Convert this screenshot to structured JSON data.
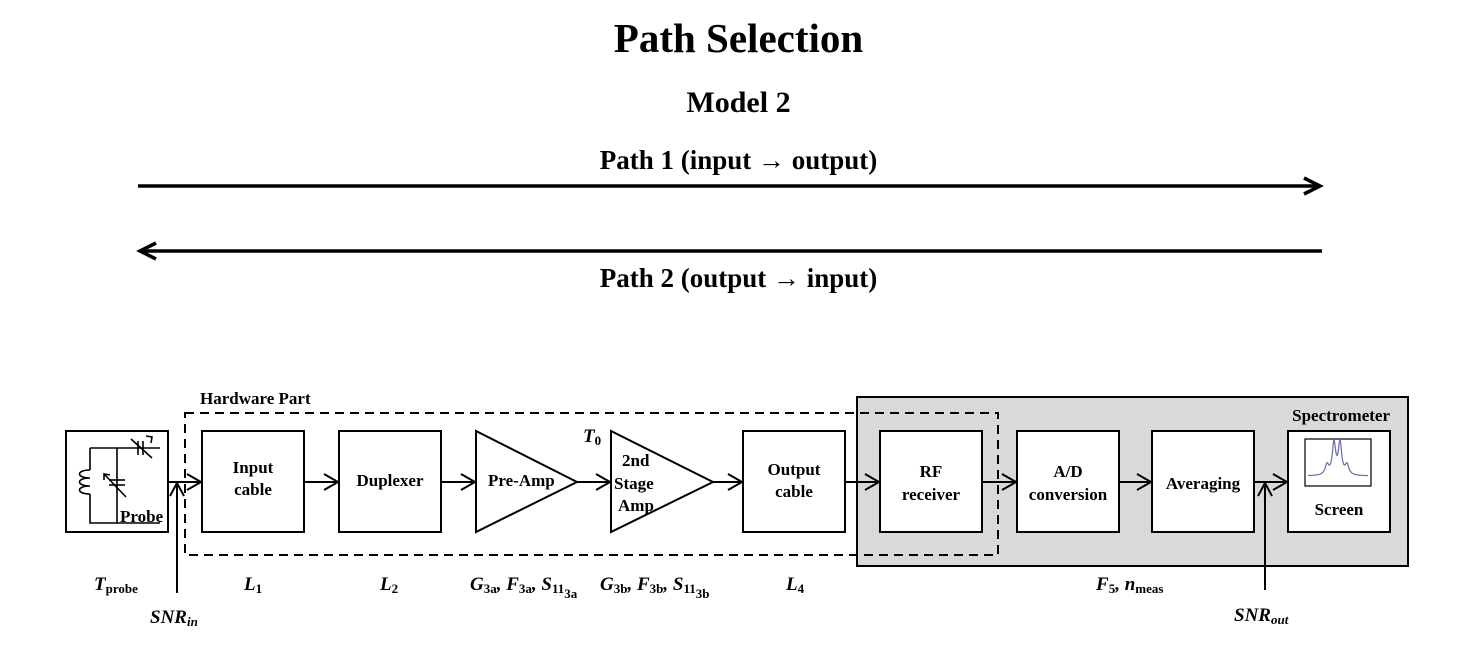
{
  "title": "Path Selection",
  "subtitle": "Model 2",
  "paths": {
    "path1": "Path 1 (input → output)",
    "path2": "Path 2 (output → input)"
  },
  "groups": {
    "hardware": "Hardware Part",
    "spectrometer": "Spectrometer"
  },
  "blocks": {
    "probe": "Probe",
    "input_cable": [
      "Input",
      "cable"
    ],
    "duplexer": "Duplexer",
    "preamp": "Pre-Amp",
    "second_stage": [
      "2nd",
      "Stage",
      "Amp"
    ],
    "output_cable": [
      "Output",
      "cable"
    ],
    "rf_receiver": [
      "RF",
      "receiver"
    ],
    "ad_conversion": [
      "A/D",
      "conversion"
    ],
    "averaging": "Averaging",
    "screen": "Screen"
  },
  "params": {
    "t0": {
      "main": "T",
      "sub": "0"
    },
    "t_probe": {
      "main": "T",
      "sub": "probe"
    },
    "snr_in": {
      "main": "SNR",
      "sub": "in"
    },
    "l1": {
      "main": "L",
      "sub": "1"
    },
    "l2": {
      "main": "L",
      "sub": "2"
    },
    "preamp_params": {
      "g": "G",
      "g_sub": "3a",
      "f": "F",
      "f_sub": "3a",
      "s": "S",
      "s_sub": "11",
      "s_subsub": "3a"
    },
    "second_params": {
      "g": "G",
      "g_sub": "3b",
      "f": "F",
      "f_sub": "3b",
      "s": "S",
      "s_sub": "11",
      "s_subsub": "3b"
    },
    "l4": {
      "main": "L",
      "sub": "4"
    },
    "f5": {
      "f": "F",
      "f_sub": "5",
      "n": "n",
      "n_sub": "meas"
    },
    "snr_out": {
      "main": "SNR",
      "sub": "out"
    }
  },
  "colors": {
    "spectrometer_bg": "#d9d9d9",
    "spectrum_line": "#6b6bb0",
    "stroke": "#000000"
  }
}
